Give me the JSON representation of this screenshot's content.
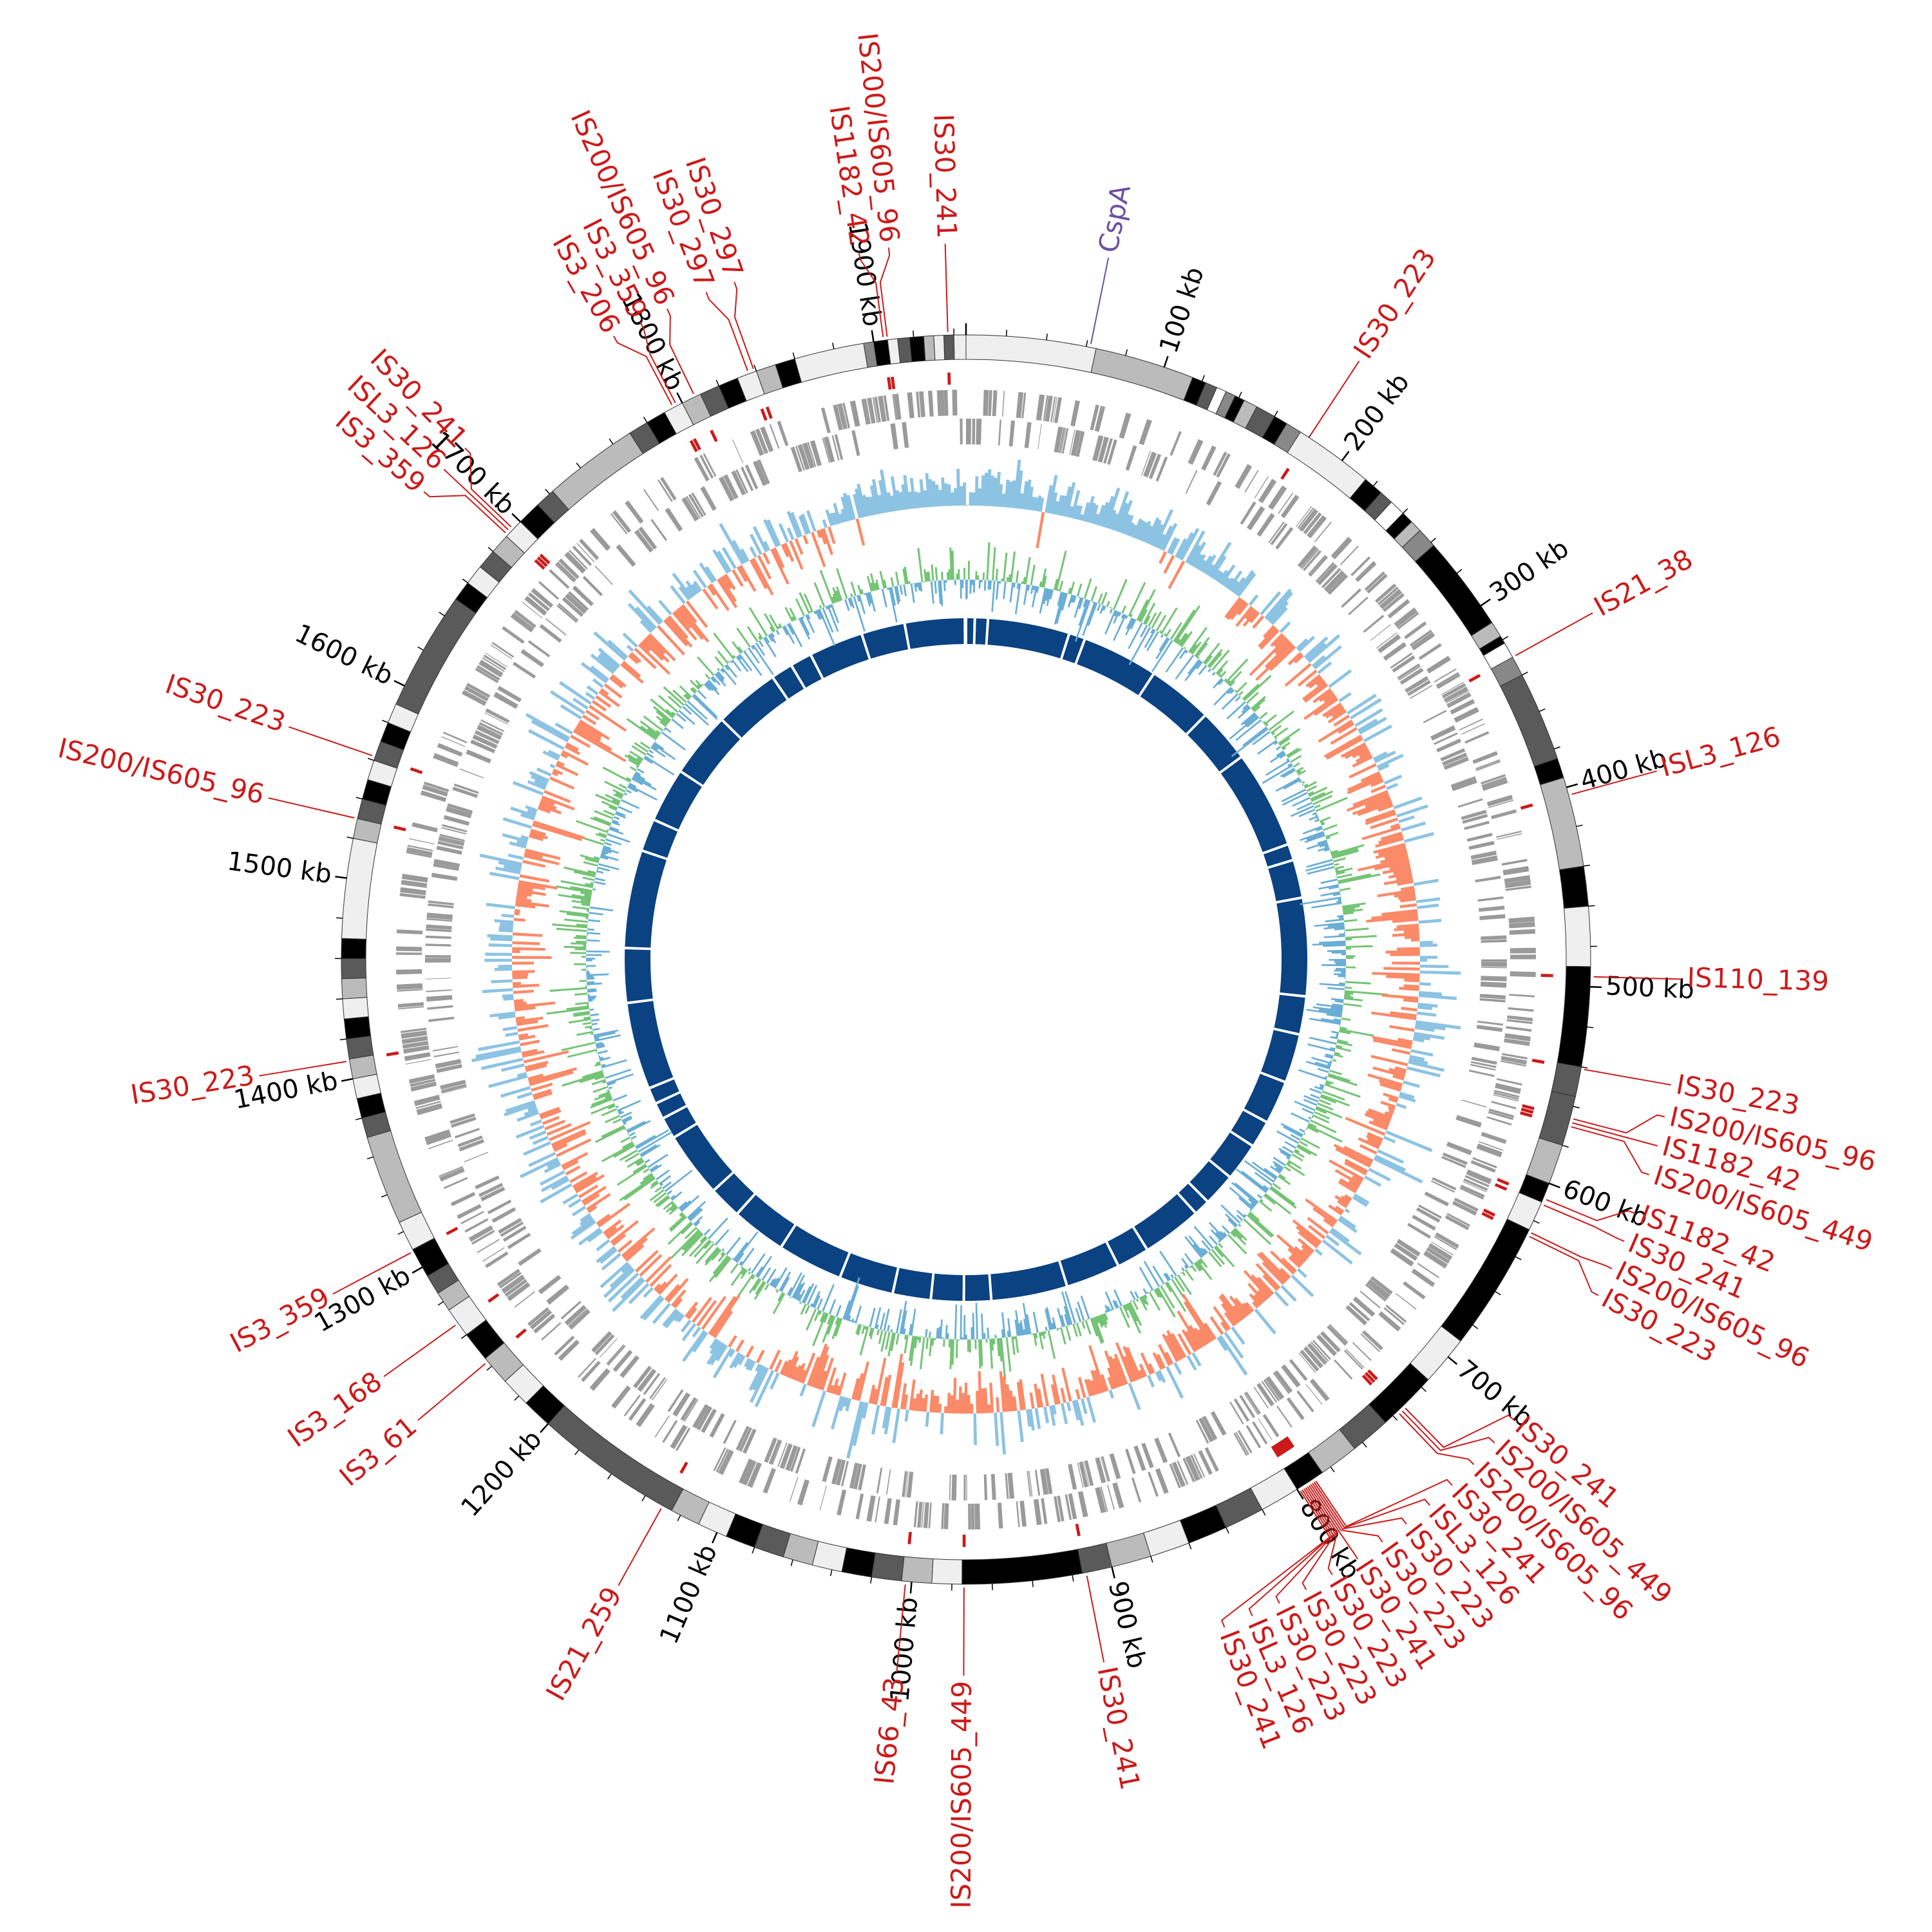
{
  "chart_data": {
    "type": "circular-genome",
    "axis_range_kb": [
      0,
      1946
    ],
    "colors": {
      "is_element": "#cc1a1a",
      "gene_highlight": "#6a51a3",
      "gene_track": "#9a9a9a",
      "gc_skew_positive": "#8cc3e3",
      "gc_skew_negative": "#fb8a68",
      "gc_content_high": "#74c476",
      "gc_content_low": "#6aaed6",
      "inner_ring": "#0a4282"
    },
    "ticks": {
      "major_every_kb": 100,
      "minor_every_kb": 20,
      "labels": [
        {
          "kb": 100,
          "text": "100 kb"
        },
        {
          "kb": 200,
          "text": "200 kb"
        },
        {
          "kb": 300,
          "text": "300 kb"
        },
        {
          "kb": 400,
          "text": "400 kb"
        },
        {
          "kb": 500,
          "text": "500 kb"
        },
        {
          "kb": 600,
          "text": "600 kb"
        },
        {
          "kb": 700,
          "text": "700 kb"
        },
        {
          "kb": 800,
          "text": "800 kb"
        },
        {
          "kb": 900,
          "text": "900 kb"
        },
        {
          "kb": 1000,
          "text": "1000 kb"
        },
        {
          "kb": 1100,
          "text": "1100 kb"
        },
        {
          "kb": 1200,
          "text": "1200 kb"
        },
        {
          "kb": 1300,
          "text": "1300 kb"
        },
        {
          "kb": 1400,
          "text": "1400 kb"
        },
        {
          "kb": 1500,
          "text": "1500 kb"
        },
        {
          "kb": 1600,
          "text": "1600 kb"
        },
        {
          "kb": 1700,
          "text": "1700 kb"
        },
        {
          "kb": 1800,
          "text": "1800 kb"
        },
        {
          "kb": 1900,
          "text": "1900 kb"
        }
      ]
    },
    "highlight_genes": [
      {
        "label": "CspA",
        "kb": 62
      }
    ],
    "is_elements": [
      {
        "label": "IS30_223",
        "kb": 180
      },
      {
        "label": "IS21_38",
        "kb": 330
      },
      {
        "label": "ISL3_126",
        "kb": 404
      },
      {
        "label": "IS110_139",
        "kb": 495
      },
      {
        "label": "IS30_223",
        "kb": 541
      },
      {
        "label": "IS200/IS605_96",
        "kb": 566
      },
      {
        "label": "IS1182_42",
        "kb": 568
      },
      {
        "label": "IS200/IS605_449",
        "kb": 570
      },
      {
        "label": "IS1182_42",
        "kb": 608
      },
      {
        "label": "IS30_241",
        "kb": 611
      },
      {
        "label": "IS200/IS605_96",
        "kb": 626
      },
      {
        "label": "IS30_223",
        "kb": 628
      },
      {
        "label": "IS30_241",
        "kb": 733
      },
      {
        "label": "IS200/IS605_449",
        "kb": 735
      },
      {
        "label": "IS200/IS605_96",
        "kb": 737
      },
      {
        "label": "IS30_241",
        "kb": 790
      },
      {
        "label": "ISL3_126",
        "kb": 791
      },
      {
        "label": "IS30_223",
        "kb": 792
      },
      {
        "label": "IS30_223",
        "kb": 793
      },
      {
        "label": "IS30_241",
        "kb": 794
      },
      {
        "label": "IS30_223",
        "kb": 795
      },
      {
        "label": "IS30_223",
        "kb": 796
      },
      {
        "label": "IS30_223",
        "kb": 797
      },
      {
        "label": "ISL3_126",
        "kb": 798
      },
      {
        "label": "IS30_241",
        "kb": 799
      },
      {
        "label": "IS30_241",
        "kb": 913
      },
      {
        "label": "IS200/IS605_449",
        "kb": 974
      },
      {
        "label": "IS66_43",
        "kb": 1003
      },
      {
        "label": "IS21_259",
        "kb": 1130
      },
      {
        "label": "IS3_61",
        "kb": 1243
      },
      {
        "label": "IS3_168",
        "kb": 1267
      },
      {
        "label": "IS3_359",
        "kb": 1309
      },
      {
        "label": "IS30_223",
        "kb": 1409
      },
      {
        "label": "IS200/IS605_96",
        "kb": 1530
      },
      {
        "label": "IS30_223",
        "kb": 1562
      },
      {
        "label": "IS3_359",
        "kb": 1691
      },
      {
        "label": "ISL3_126",
        "kb": 1693
      },
      {
        "label": "IS30_241",
        "kb": 1695
      },
      {
        "label": "IS3_206",
        "kb": 1795
      },
      {
        "label": "IS3_359",
        "kb": 1797
      },
      {
        "label": "IS200/IS605_96",
        "kb": 1807
      },
      {
        "label": "IS30_297",
        "kb": 1836
      },
      {
        "label": "IS30_297",
        "kb": 1839
      },
      {
        "label": "IS1182_42",
        "kb": 1905
      },
      {
        "label": "IS200/IS605_96",
        "kb": 1907
      },
      {
        "label": "IS30_241",
        "kb": 1937
      }
    ],
    "band_segments": [
      [
        0,
        65,
        "#efefef"
      ],
      [
        65,
        115,
        "#bbbbbb"
      ],
      [
        115,
        122,
        "#000000"
      ],
      [
        122,
        128,
        "#5a5a5a"
      ],
      [
        128,
        133,
        "#ffffff"
      ],
      [
        133,
        138,
        "#888888"
      ],
      [
        138,
        143,
        "#000000"
      ],
      [
        143,
        150,
        "#bbbbbb"
      ],
      [
        150,
        160,
        "#5a5a5a"
      ],
      [
        160,
        167,
        "#000000"
      ],
      [
        167,
        175,
        "#888888"
      ],
      [
        175,
        215,
        "#efefef"
      ],
      [
        215,
        225,
        "#000000"
      ],
      [
        225,
        232,
        "#5a5a5a"
      ],
      [
        232,
        240,
        "#ffffff"
      ],
      [
        240,
        246,
        "#000000"
      ],
      [
        246,
        252,
        "#bbbbbb"
      ],
      [
        252,
        262,
        "#888888"
      ],
      [
        262,
        310,
        "#000000"
      ],
      [
        310,
        318,
        "#bbbbbb"
      ],
      [
        318,
        322,
        "#000000"
      ],
      [
        322,
        330,
        "#ffffff"
      ],
      [
        330,
        340,
        "#888888"
      ],
      [
        340,
        385,
        "#5a5a5a"
      ],
      [
        385,
        395,
        "#000000"
      ],
      [
        395,
        440,
        "#bbbbbb"
      ],
      [
        440,
        460,
        "#000000"
      ],
      [
        460,
        490,
        "#efefef"
      ],
      [
        490,
        540,
        "#000000"
      ],
      [
        540,
        555,
        "#5a5a5a"
      ],
      [
        555,
        580,
        "#5a5a5a"
      ],
      [
        580,
        600,
        "#bbbbbb"
      ],
      [
        600,
        610,
        "#000000"
      ],
      [
        610,
        625,
        "#efefef"
      ],
      [
        625,
        690,
        "#000000"
      ],
      [
        690,
        715,
        "#efefef"
      ],
      [
        715,
        745,
        "#000000"
      ],
      [
        745,
        765,
        "#5a5a5a"
      ],
      [
        765,
        785,
        "#bbbbbb"
      ],
      [
        785,
        800,
        "#000000"
      ],
      [
        800,
        820,
        "#efefef"
      ],
      [
        820,
        840,
        "#5a5a5a"
      ],
      [
        840,
        860,
        "#000000"
      ],
      [
        860,
        880,
        "#efefef"
      ],
      [
        880,
        900,
        "#bbbbbb"
      ],
      [
        900,
        915,
        "#5a5a5a"
      ],
      [
        915,
        975,
        "#000000"
      ],
      [
        975,
        990,
        "#efefef"
      ],
      [
        990,
        1005,
        "#bbbbbb"
      ],
      [
        1005,
        1020,
        "#5a5a5a"
      ],
      [
        1020,
        1035,
        "#000000"
      ],
      [
        1035,
        1050,
        "#efefef"
      ],
      [
        1050,
        1065,
        "#bbbbbb"
      ],
      [
        1065,
        1080,
        "#5a5a5a"
      ],
      [
        1080,
        1095,
        "#000000"
      ],
      [
        1095,
        1110,
        "#efefef"
      ],
      [
        1110,
        1125,
        "#bbbbbb"
      ],
      [
        1125,
        1200,
        "#5a5a5a"
      ],
      [
        1200,
        1215,
        "#000000"
      ],
      [
        1215,
        1230,
        "#efefef"
      ],
      [
        1230,
        1245,
        "#bbbbbb"
      ],
      [
        1245,
        1260,
        "#000000"
      ],
      [
        1260,
        1275,
        "#efefef"
      ],
      [
        1275,
        1285,
        "#bbbbbb"
      ],
      [
        1285,
        1295,
        "#5a5a5a"
      ],
      [
        1295,
        1310,
        "#000000"
      ],
      [
        1310,
        1325,
        "#efefef"
      ],
      [
        1325,
        1370,
        "#bbbbbb"
      ],
      [
        1370,
        1380,
        "#5a5a5a"
      ],
      [
        1380,
        1390,
        "#000000"
      ],
      [
        1390,
        1400,
        "#efefef"
      ],
      [
        1400,
        1410,
        "#bbbbbb"
      ],
      [
        1410,
        1420,
        "#5a5a5a"
      ],
      [
        1420,
        1430,
        "#000000"
      ],
      [
        1430,
        1440,
        "#efefef"
      ],
      [
        1440,
        1450,
        "#bbbbbb"
      ],
      [
        1450,
        1460,
        "#5a5a5a"
      ],
      [
        1460,
        1470,
        "#000000"
      ],
      [
        1470,
        1520,
        "#efefef"
      ],
      [
        1520,
        1530,
        "#bbbbbb"
      ],
      [
        1530,
        1540,
        "#5a5a5a"
      ],
      [
        1540,
        1550,
        "#000000"
      ],
      [
        1550,
        1560,
        "#efefef"
      ],
      [
        1560,
        1570,
        "#5a5a5a"
      ],
      [
        1570,
        1580,
        "#000000"
      ],
      [
        1580,
        1590,
        "#efefef"
      ],
      [
        1590,
        1650,
        "#5a5a5a"
      ],
      [
        1650,
        1660,
        "#000000"
      ],
      [
        1660,
        1670,
        "#efefef"
      ],
      [
        1670,
        1680,
        "#5a5a5a"
      ],
      [
        1680,
        1690,
        "#bbbbbb"
      ],
      [
        1690,
        1700,
        "#efefef"
      ],
      [
        1700,
        1712,
        "#000000"
      ],
      [
        1712,
        1722,
        "#5a5a5a"
      ],
      [
        1722,
        1770,
        "#bbbbbb"
      ],
      [
        1770,
        1780,
        "#5a5a5a"
      ],
      [
        1780,
        1790,
        "#000000"
      ],
      [
        1790,
        1800,
        "#efefef"
      ],
      [
        1800,
        1810,
        "#bbbbbb"
      ],
      [
        1810,
        1820,
        "#5a5a5a"
      ],
      [
        1820,
        1830,
        "#000000"
      ],
      [
        1830,
        1840,
        "#efefef"
      ],
      [
        1840,
        1850,
        "#bbbbbb"
      ],
      [
        1850,
        1860,
        "#000000"
      ],
      [
        1860,
        1895,
        "#efefef"
      ],
      [
        1895,
        1900,
        "#888888"
      ],
      [
        1900,
        1907,
        "#000000"
      ],
      [
        1907,
        1912,
        "#efefef"
      ],
      [
        1912,
        1918,
        "#5a5a5a"
      ],
      [
        1918,
        1925,
        "#000000"
      ],
      [
        1925,
        1930,
        "#bbbbbb"
      ],
      [
        1930,
        1935,
        "#efefef"
      ],
      [
        1935,
        1940,
        "#5a5a5a"
      ],
      [
        1940,
        1946,
        "#efefef"
      ]
    ],
    "inner_ring_gaps_kb": [
      8,
      20,
      95,
      110,
      180,
      240,
      290,
      380,
      395,
      430,
      520,
      555,
      600,
      640,
      665,
      700,
      730,
      745,
      800,
      830,
      880,
      950,
      975,
      1005,
      1040,
      1090,
      1150,
      1200,
      1230,
      1290,
      1310,
      1325,
      1340,
      1420,
      1470,
      1560,
      1590,
      1640,
      1700,
      1760,
      1780,
      1800,
      1850,
      1890,
      1945
    ]
  }
}
